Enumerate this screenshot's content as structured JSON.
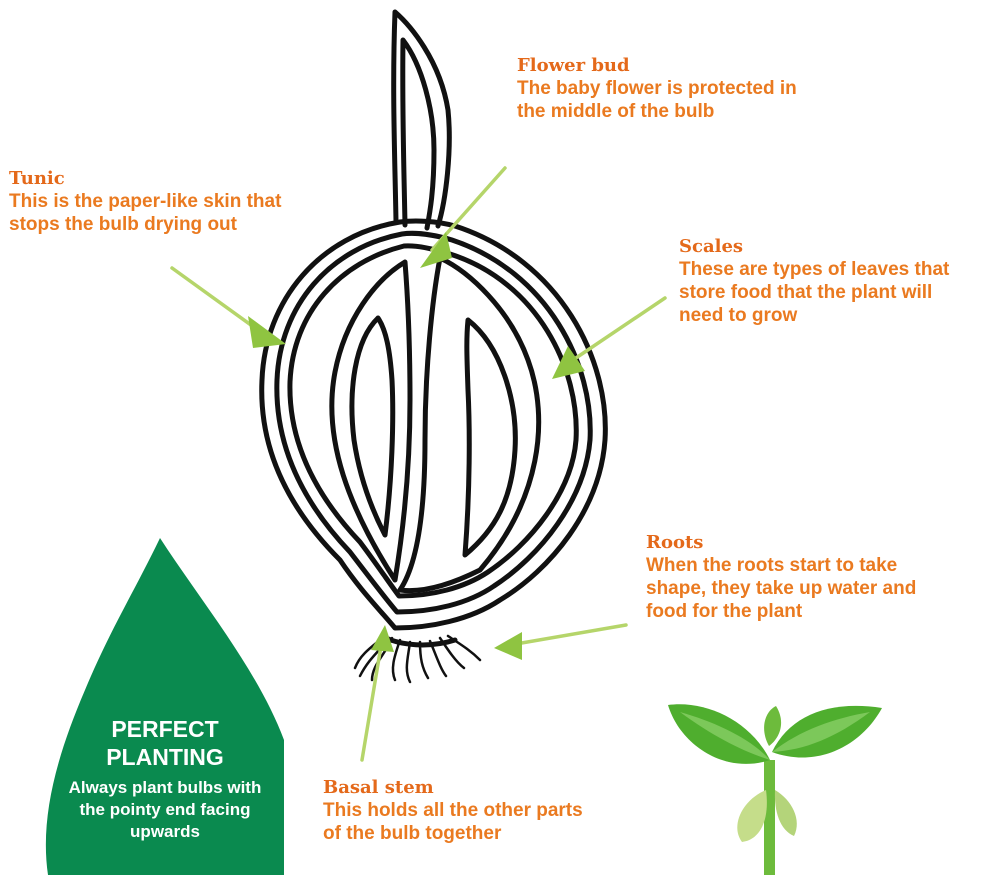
{
  "labels": {
    "flower_bud": {
      "title": "Flower bud",
      "desc": "The baby flower is protected in the middle of the bulb"
    },
    "tunic": {
      "title": "Tunic",
      "desc": "This is the paper-like skin that stops the bulb drying out"
    },
    "scales": {
      "title": "Scales",
      "desc": "These are types of leaves that store food that the plant will need to grow"
    },
    "roots": {
      "title": "Roots",
      "desc": "When the roots start to take shape, they take up water and food for the plant"
    },
    "basal_stem": {
      "title": "Basal stem",
      "desc": "This holds all the other parts of the bulb together"
    }
  },
  "tip": {
    "title": "PERFECT PLANTING",
    "text": "Always plant bulbs with the pointy end facing upwards"
  },
  "colors": {
    "label_orange": "#e87722",
    "drop_green": "#0a8a4f",
    "arrow_green": "#b5d56a",
    "leaf_green": "#5db534"
  }
}
